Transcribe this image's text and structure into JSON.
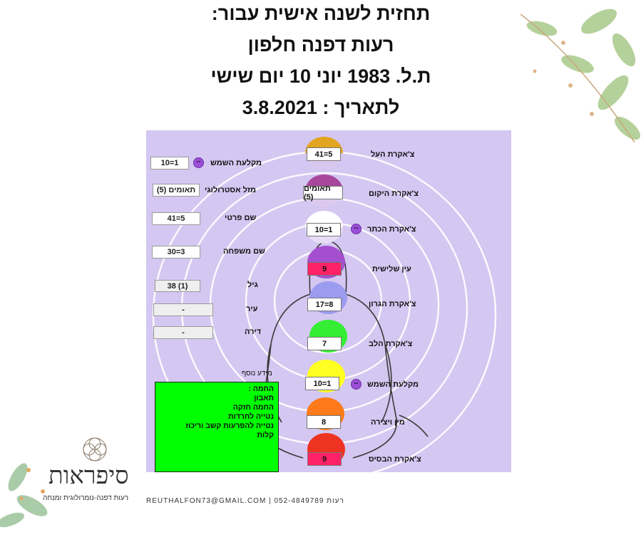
{
  "header": {
    "line1": "תחזית לשנה אישית עבור:",
    "line2": "רעות דפנה חלפון",
    "line3": "ת.ל. 1983 יוני 10 יום שישי",
    "line4": "לתאריך : 3.8.2021"
  },
  "left_panel": {
    "rows": [
      {
        "label": "מקלעת השמש",
        "value": "10=1"
      },
      {
        "label": "מזל אסטרולוגי",
        "value": "תאומים (5)"
      },
      {
        "label": "שם פרטי",
        "value": "41=5"
      },
      {
        "label": "שם משפחה",
        "value": "30=3"
      },
      {
        "label": "גיל",
        "value": "38 (1)"
      },
      {
        "label": "עיר",
        "value": "-"
      },
      {
        "label": "דירה",
        "value": "-"
      }
    ]
  },
  "chakras": [
    {
      "label": "צ'אקרת העל",
      "value": "41=5",
      "color": "#e1a51f"
    },
    {
      "label": "צ'אקרת היקום",
      "value": "תאומים (5)",
      "color": "#a8479b"
    },
    {
      "label": "צ'אקרת הכתר",
      "value": "10=1",
      "color": "#ffffff"
    },
    {
      "label": "עין שלישית",
      "value": "9",
      "color": "#a44fcf"
    },
    {
      "label": "צ'אקרת הגרון",
      "value": "17=8",
      "color": "#9b9bf0"
    },
    {
      "label": "צ'אקרת הלב",
      "value": "7",
      "color": "#33ee33"
    },
    {
      "label": "מקלעת השמש",
      "value": "10=1",
      "color": "#ffff22"
    },
    {
      "label": "מין ויצירה",
      "value": "8",
      "color": "#ff7a1a"
    },
    {
      "label": "צ'אקרת הבסיס",
      "value": "9",
      "color": "#ee3322"
    }
  ],
  "extra_info": {
    "label": "מידע נוסף",
    "lines": [
      "החמה :",
      "תאבון",
      "החמה חזקה",
      "נטייה לחרדות",
      "נטייה להפרעות קשב וריכוז",
      "קלות"
    ]
  },
  "footer": {
    "contact": "REUTHALFON73@GMAIL.COM | 052-4849789 רעות",
    "logo": "סיפראות",
    "logo_sub": "רעות דפנה-נומרולוגית ומנחה"
  },
  "colors": {
    "panel": "#d4c7f1",
    "green_box": "#00ff00",
    "highlight_box": "#ff2266"
  }
}
